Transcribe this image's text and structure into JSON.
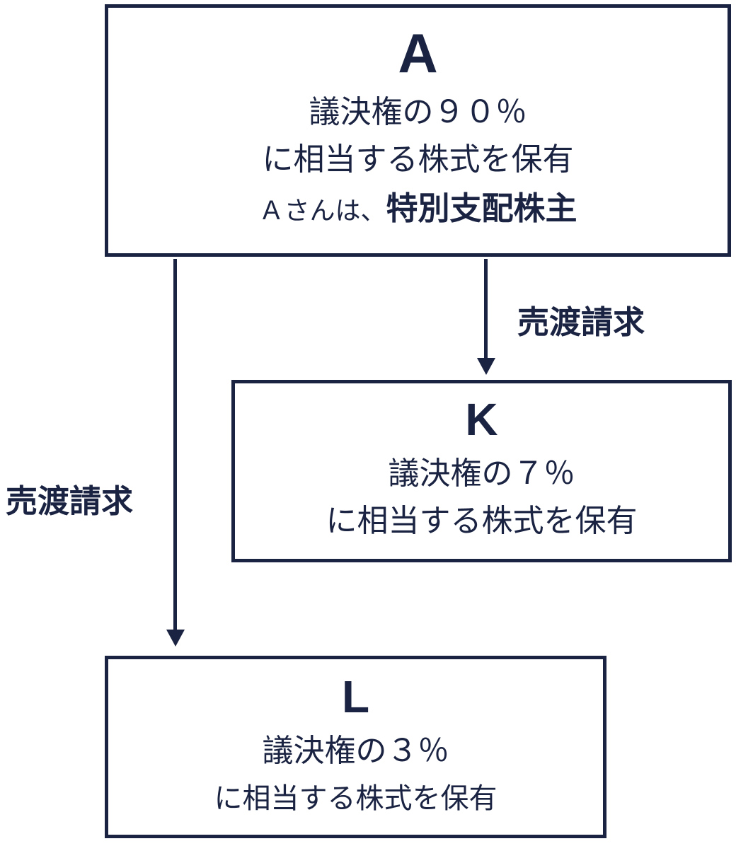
{
  "diagram": {
    "accent_color": "#1a2342",
    "background_color": "#ffffff",
    "nodes": {
      "a": {
        "title": "A",
        "line1": "議決権の９０％",
        "line2": "に相当する株式を保有",
        "line3_prefix": "Ａさんは、",
        "line3_bold": "特別支配株主"
      },
      "k": {
        "title": "K",
        "line1": "議決権の７％",
        "line2": "に相当する株式を保有"
      },
      "l": {
        "title": "L",
        "line1": "議決権の３％",
        "line2": "に相当する株式を保有"
      }
    },
    "arrows": {
      "a_to_k": {
        "label": "売渡請求"
      },
      "a_to_l": {
        "label": "売渡請求"
      }
    }
  }
}
